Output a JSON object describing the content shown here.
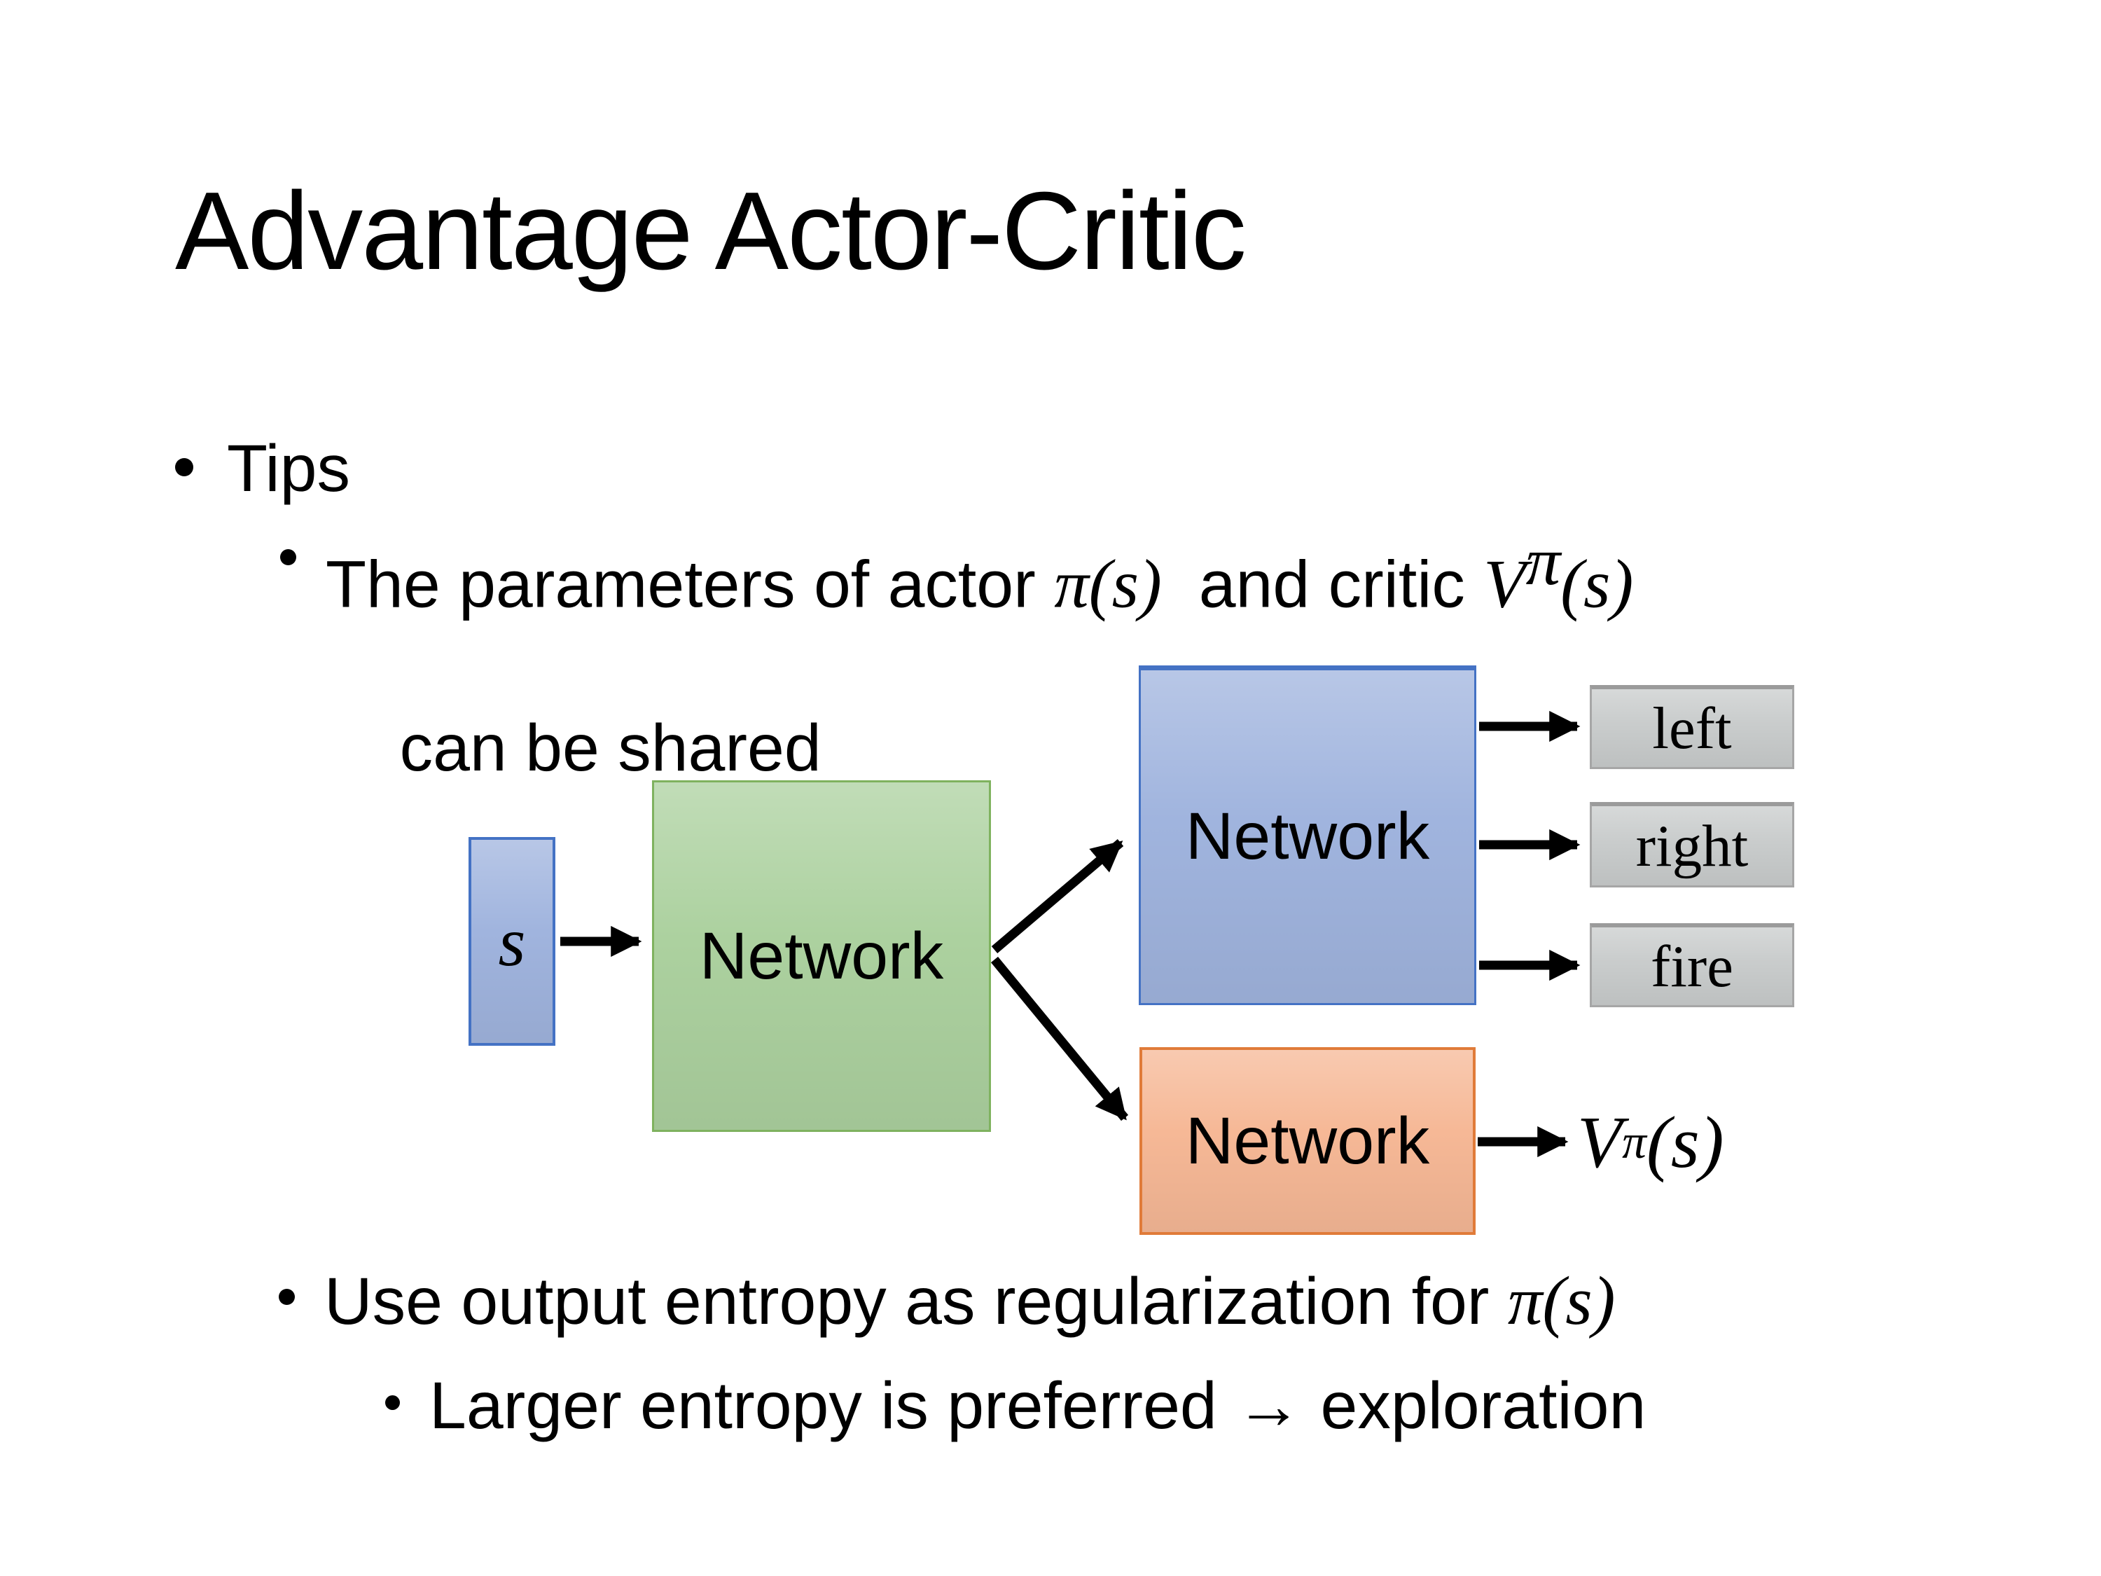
{
  "slide": {
    "title": "Advantage Actor-Critic",
    "bullets": {
      "tips": "Tips",
      "b2_pre": "The parameters of actor ",
      "b2_math1": "π(s)",
      "b2_mid": "  and critic ",
      "b2_v_base": "V",
      "b2_v_sup": "π",
      "b2_v_args": "(s)",
      "b2_line2": "can be shared",
      "b3_pre": "Use output entropy as regularization for ",
      "b3_math": "π(s)",
      "b4": "Larger entropy is preferred → exploration"
    },
    "diagram": {
      "input_label": "s",
      "shared_network_label": "Network",
      "actor_network_label": "Network",
      "critic_network_label": "Network",
      "actions": [
        "left",
        "right",
        "fire"
      ],
      "output": {
        "base": "V",
        "sup": "π",
        "args": "(s)"
      }
    },
    "colors": {
      "blue_fill": "#A0B4DE",
      "blue_border": "#4472C4",
      "green_fill": "#ACD19F",
      "green_border": "#7FB25F",
      "orange_fill": "#F6B896",
      "orange_border": "#E07B39",
      "gray_fill": "#C9CCCC",
      "gray_border": "#A6A6A6",
      "arrow": "#000000",
      "text": "#000000"
    }
  }
}
